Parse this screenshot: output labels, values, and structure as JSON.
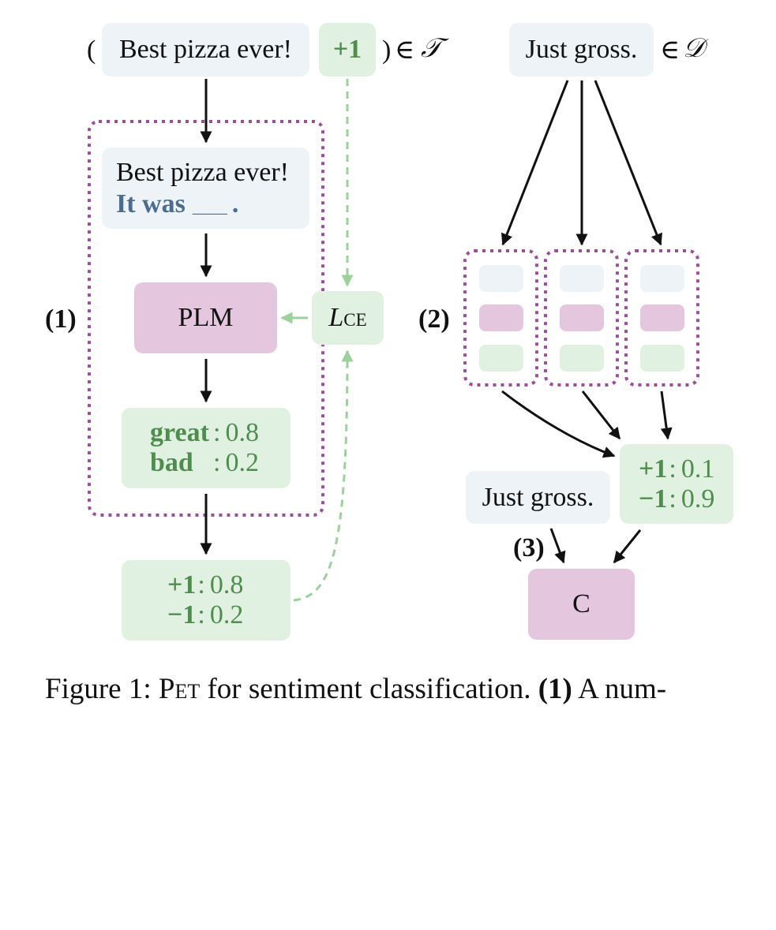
{
  "training": {
    "open_paren": "(",
    "example_text": "Best pizza ever!",
    "label": "+1",
    "close_paren": ")",
    "member": "∈",
    "set_symbol": "𝒯"
  },
  "pattern": {
    "line1": "Best pizza ever!",
    "line2": "It was",
    "blank": "____",
    "end": "."
  },
  "plm": {
    "label": "PLM"
  },
  "loss": {
    "symbol": "L",
    "subscript": "CE"
  },
  "verbalizer": {
    "words": [
      {
        "word": "great",
        "sep": ":",
        "prob": "0.8"
      },
      {
        "word": "bad",
        "sep": ":",
        "prob": "0.2"
      }
    ]
  },
  "label_dist": {
    "items": [
      {
        "label": "+1",
        "sep": ":",
        "prob": "0.8"
      },
      {
        "label": "−1",
        "sep": ":",
        "prob": "0.2"
      }
    ]
  },
  "stage_labels": {
    "one": "(1)",
    "two": "(2)",
    "three": "(3)"
  },
  "unlabeled": {
    "text": "Just gross.",
    "member": "∈",
    "set_symbol": "𝒟"
  },
  "soft_labels": {
    "items": [
      {
        "label": "+1",
        "sep": ":",
        "prob": "0.1"
      },
      {
        "label": "−1",
        "sep": ":",
        "prob": "0.9"
      }
    ]
  },
  "classifier_input": {
    "text": "Just gross."
  },
  "classifier": {
    "label": "C"
  },
  "caption": {
    "prefix": "Figure 1:",
    "pet_p": "P",
    "pet_rest": "et",
    "text": "for sentiment classification.",
    "ref": "(1)",
    "tail": "A num-"
  },
  "colors": {
    "input_box": "#eef3f7",
    "green_box": "#e1f1e1",
    "model_box": "#e4c7df",
    "dotted_frame": "#9b4f9a",
    "loss_arrow": "#9dd09d",
    "green_text": "#4f8d4f",
    "pattern_text": "#4c6d8f"
  }
}
